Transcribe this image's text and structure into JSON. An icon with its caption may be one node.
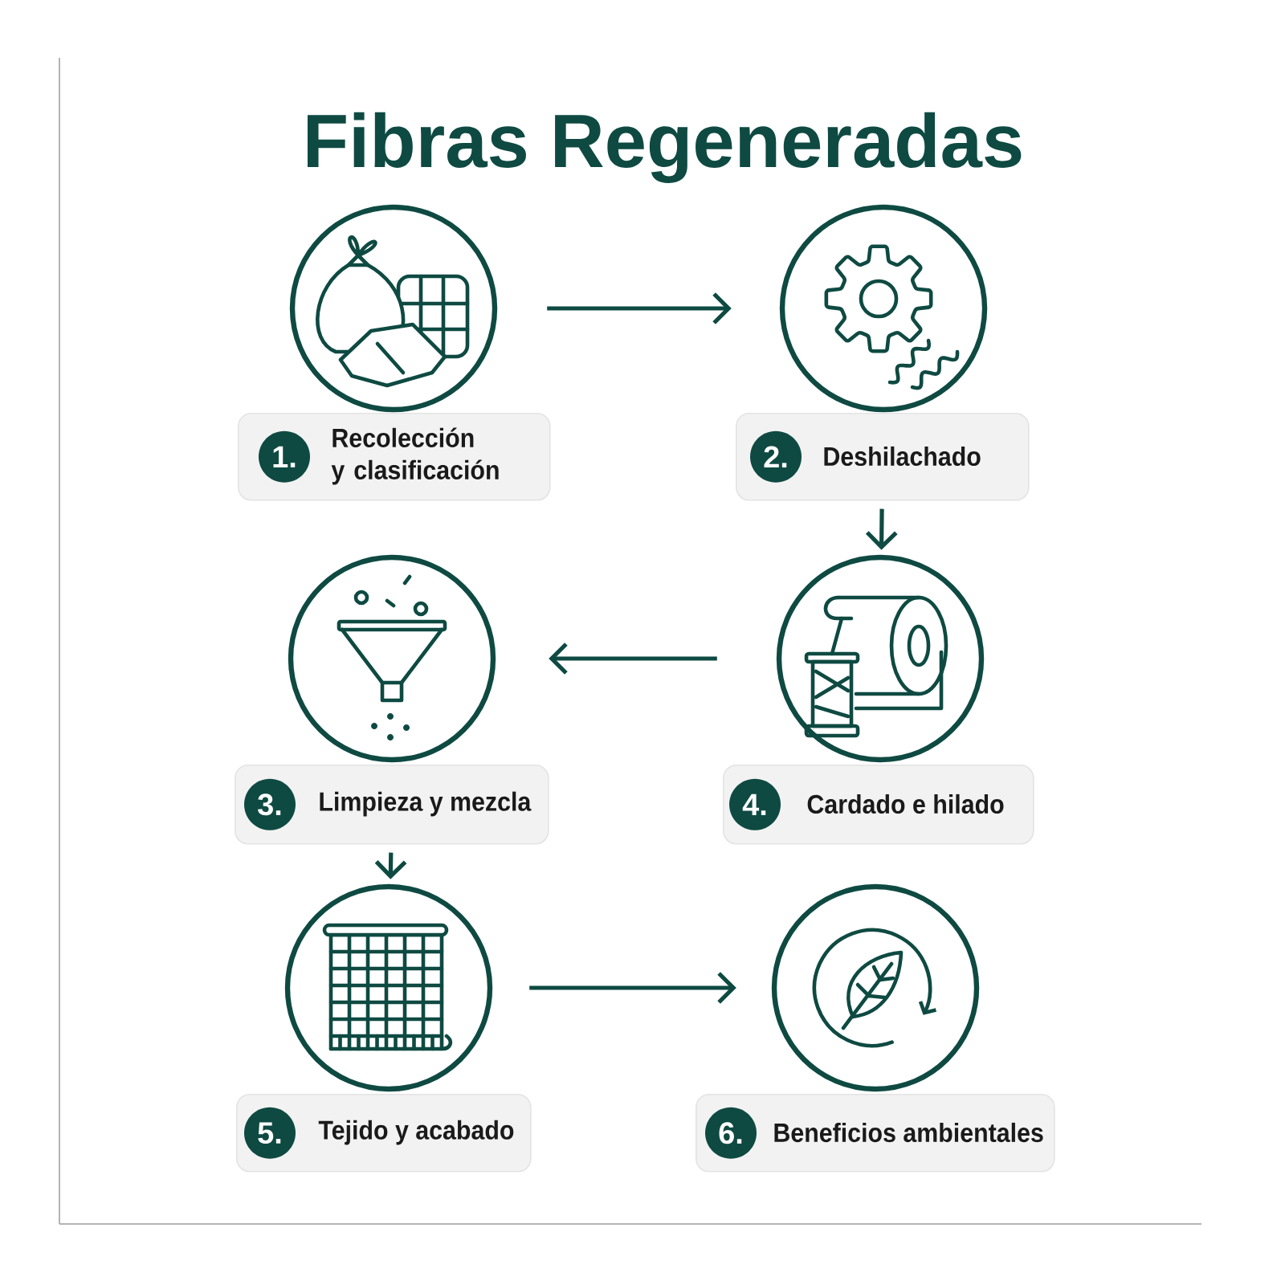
{
  "diagram": {
    "title": "Fibras Regeneradas",
    "nodes": [
      {
        "text": [],
        "shape": "circle"
      },
      {
        "text": [
          "Recolección y clasificación"
        ]
      },
      {
        "text": [
          "1."
        ],
        "in": 1
      },
      {
        "text": [],
        "shape": "circle"
      },
      {
        "text": [
          "Deshilachado"
        ]
      },
      {
        "text": [
          "2."
        ],
        "in": 4
      },
      {
        "text": [],
        "shape": "circle"
      },
      {
        "text": [
          "Limpieza y mezcla"
        ]
      },
      {
        "text": [
          "3."
        ],
        "in": 7
      },
      {
        "text": [],
        "shape": "circle"
      },
      {
        "text": [
          "Cardado e hilado"
        ]
      },
      {
        "text": [
          "4."
        ],
        "in": 10
      },
      {
        "text": [],
        "shape": "circle"
      },
      {
        "text": [
          "Tejido y acabado"
        ]
      },
      {
        "text": [
          "5."
        ],
        "in": 13
      },
      {
        "text": [],
        "shape": "circle"
      },
      {
        "text": [
          "Beneficios ambientales"
        ]
      },
      {
        "text": [
          "6."
        ],
        "in": 16
      }
    ],
    "edges": [
      {
        "from": 0,
        "to": 3,
        "arrow": "to"
      },
      {
        "from": 4,
        "to": 9,
        "arrow": "to"
      },
      {
        "from": 9,
        "to": 6,
        "arrow": "to"
      },
      {
        "from": 7,
        "to": 12,
        "arrow": "to"
      },
      {
        "from": 12,
        "to": 15,
        "arrow": "to"
      }
    ]
  }
}
